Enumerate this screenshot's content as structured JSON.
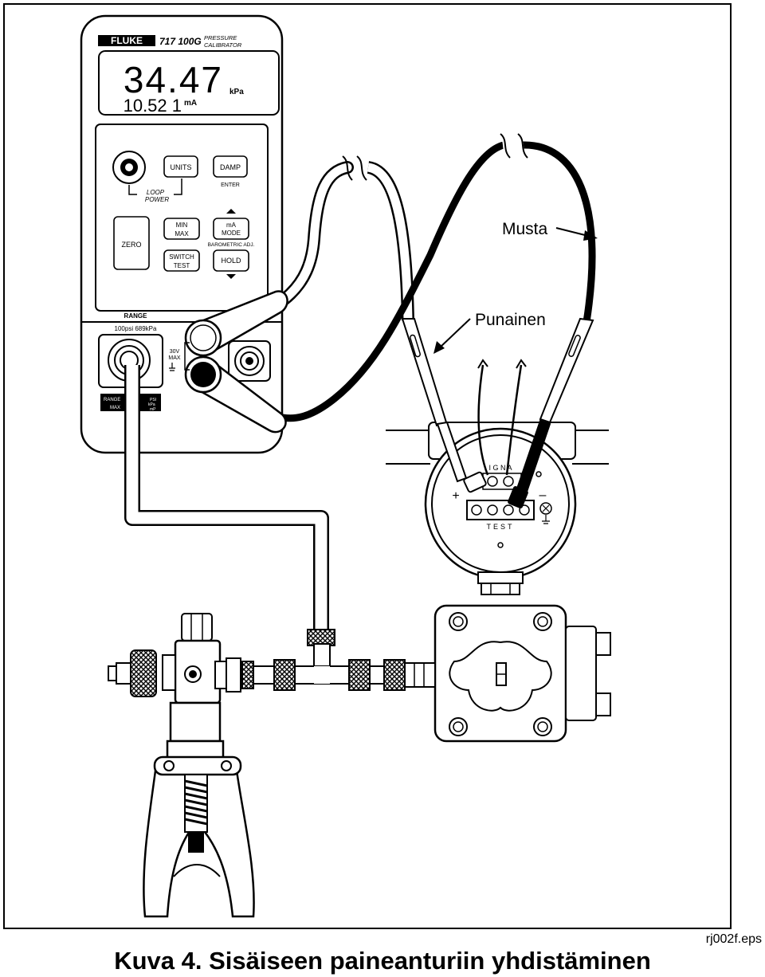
{
  "calibrator": {
    "brand": "FLUKE",
    "model": "717 100G",
    "type_line1": "PRESSURE",
    "type_line2": "CALIBRATOR",
    "display_pressure": "34.47",
    "display_pressure_unit": "kPa",
    "display_current": "10.52 1",
    "display_current_unit": "mA",
    "buttons": {
      "units": "UNITS",
      "damp": "DAMP",
      "enter": "ENTER",
      "loop_power_1": "LOOP",
      "loop_power_2": "POWER",
      "zero": "ZERO",
      "minmax_1": "MIN",
      "minmax_2": "MAX",
      "mamode_1": "mA",
      "mamode_2": "MODE",
      "barometric": "BAROMETRIC ADJ.",
      "switch_1": "SWITCH",
      "switch_2": "TEST",
      "hold": "HOLD"
    },
    "range_label": "RANGE",
    "range_values": "100psi  689kPa",
    "max_voltage_1": "30V",
    "max_voltage_2": "MAX",
    "plate_range": "RANGE",
    "plate_max": "MAX",
    "plate_psi": "PSI",
    "plate_kpa": "kPa",
    "plate_mp": "mP"
  },
  "transmitter": {
    "terminal_label": "I G N A",
    "test_label": "TEST",
    "plus": "+",
    "minus": "–"
  },
  "labels": {
    "black_lead": "Musta",
    "red_lead": "Punainen"
  },
  "file_tag": "rj002f.eps",
  "caption": "Kuva 4. Sisäiseen paineanturiin yhdistäminen"
}
